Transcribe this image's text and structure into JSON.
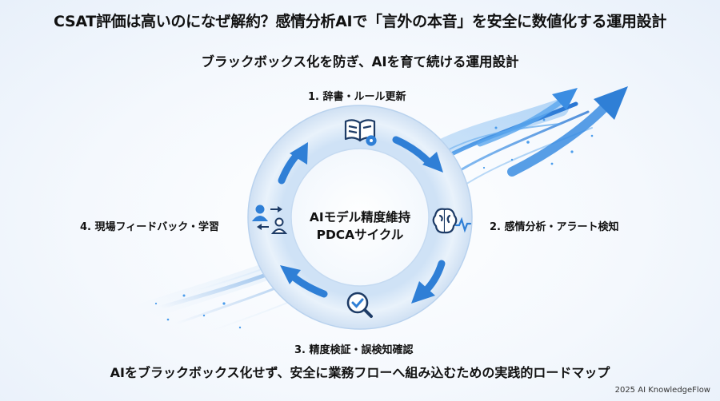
{
  "title": "CSAT評価は高いのになぜ解約？感情分析AIで「言外の本音」を安全に数値化する運用設計",
  "subtitle": "ブラックボックス化を防ぎ、AIを育て続ける運用設計",
  "cycle": {
    "center": [
      "AIモデル精度維持",
      "PDCAサイクル"
    ],
    "steps": [
      {
        "label": "1. 辞書・ルール更新",
        "icon": "book-gear-icon"
      },
      {
        "label": "2. 感情分析・アラート検知",
        "icon": "brain-waveform-icon"
      },
      {
        "label": "3. 精度検証・誤検知確認",
        "icon": "magnifier-check-icon"
      },
      {
        "label": "4. 現場フィードバック・学習",
        "icon": "team-exchange-icon"
      }
    ]
  },
  "caption": "AIをブラックボックス化せず、安全に業務フローへ組み込むための実践的ロードマップ",
  "copyright": "2025 AI KnowledgeFlow",
  "colors": {
    "accent": "#2f7fd6",
    "accent_dark": "#1f5fae",
    "ring_light": "#d9e8f7",
    "icon_dark": "#1d3b66"
  }
}
